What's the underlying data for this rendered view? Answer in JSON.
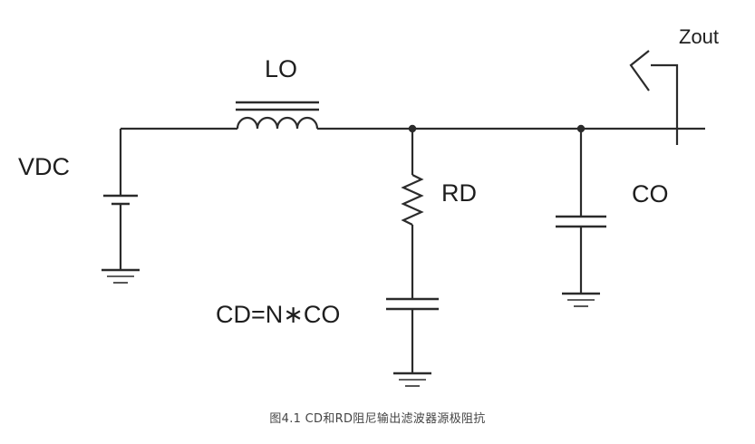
{
  "labels": {
    "vdc": "VDC",
    "lo": "LO",
    "rd": "RD",
    "co": "CO",
    "zout": "Zout",
    "cd_eq": "CD=N∗CO"
  },
  "caption": "图4.1 CD和RD阻尼输出滤波器源极阻抗"
}
